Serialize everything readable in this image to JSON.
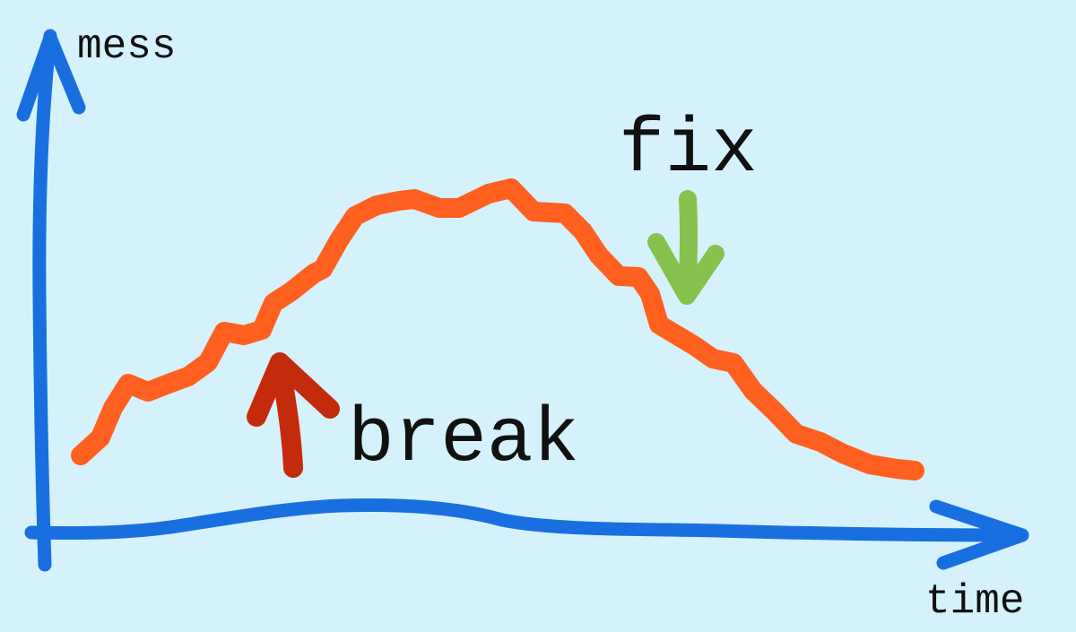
{
  "labels": {
    "y_axis": "mess",
    "x_axis": "time",
    "break": "break",
    "fix": "fix"
  },
  "colors": {
    "background": "#d5f2fc",
    "axes": "#1a6fe0",
    "curve": "#ff5f1f",
    "break_arrow": "#c42b0c",
    "fix_arrow": "#86c24e",
    "text": "#111111"
  },
  "icons": {
    "break_marker": "up-arrow-icon",
    "fix_marker": "down-arrow-icon"
  }
}
